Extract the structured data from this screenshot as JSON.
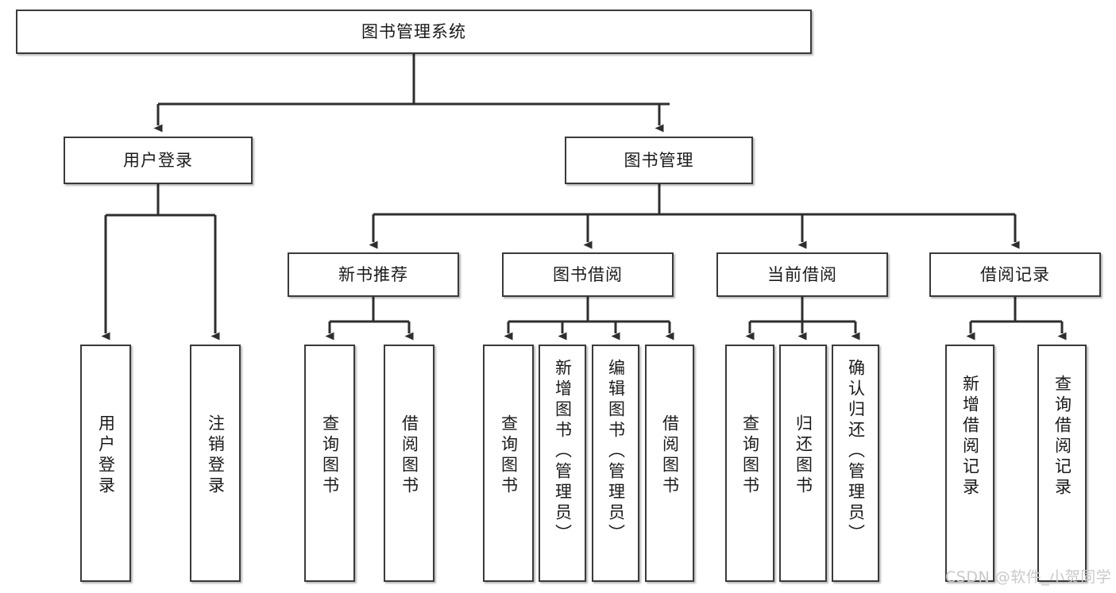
{
  "diagram": {
    "title": "图书管理系统",
    "type": "功能结构图",
    "root": {
      "id": "root",
      "label": "图书管理系统"
    },
    "level2": [
      {
        "id": "user-login",
        "label": "用户登录"
      },
      {
        "id": "book-manage",
        "label": "图书管理"
      }
    ],
    "level3": [
      {
        "id": "new-book-rec",
        "label": "新书推荐"
      },
      {
        "id": "book-borrow",
        "label": "图书借阅"
      },
      {
        "id": "current-borrow",
        "label": "当前借阅"
      },
      {
        "id": "borrow-record",
        "label": "借阅记录"
      }
    ],
    "leaves": {
      "user_login": [
        {
          "id": "leaf-user-login",
          "label": "用户登录"
        },
        {
          "id": "leaf-logout",
          "label": "注销登录"
        }
      ],
      "new_book_rec": [
        {
          "id": "leaf-query-book-1",
          "label": "查询图书"
        },
        {
          "id": "leaf-borrow-book-1",
          "label": "借阅图书"
        }
      ],
      "book_borrow": [
        {
          "id": "leaf-query-book-2",
          "label": "查询图书"
        },
        {
          "id": "leaf-add-book",
          "label": "新增图书（管理员）"
        },
        {
          "id": "leaf-edit-book",
          "label": "编辑图书（管理员）"
        },
        {
          "id": "leaf-borrow-book-2",
          "label": "借阅图书"
        }
      ],
      "current_borrow": [
        {
          "id": "leaf-query-book-3",
          "label": "查询图书"
        },
        {
          "id": "leaf-return-book",
          "label": "归还图书"
        },
        {
          "id": "leaf-confirm-return",
          "label": "确认归还（管理员）"
        }
      ],
      "borrow_record": [
        {
          "id": "leaf-add-record",
          "label": "新增借阅记录"
        },
        {
          "id": "leaf-query-record",
          "label": "查询借阅记录"
        }
      ]
    }
  },
  "watermark": {
    "text": "CSDN @软件_小贺同学"
  },
  "colors": {
    "box_border": "#3a3a3a",
    "box_fill": "#ffffff",
    "connector": "#2e2e2e",
    "text": "#1a1a1a",
    "watermark": "#c9c9c9",
    "background": "#ffffff"
  }
}
